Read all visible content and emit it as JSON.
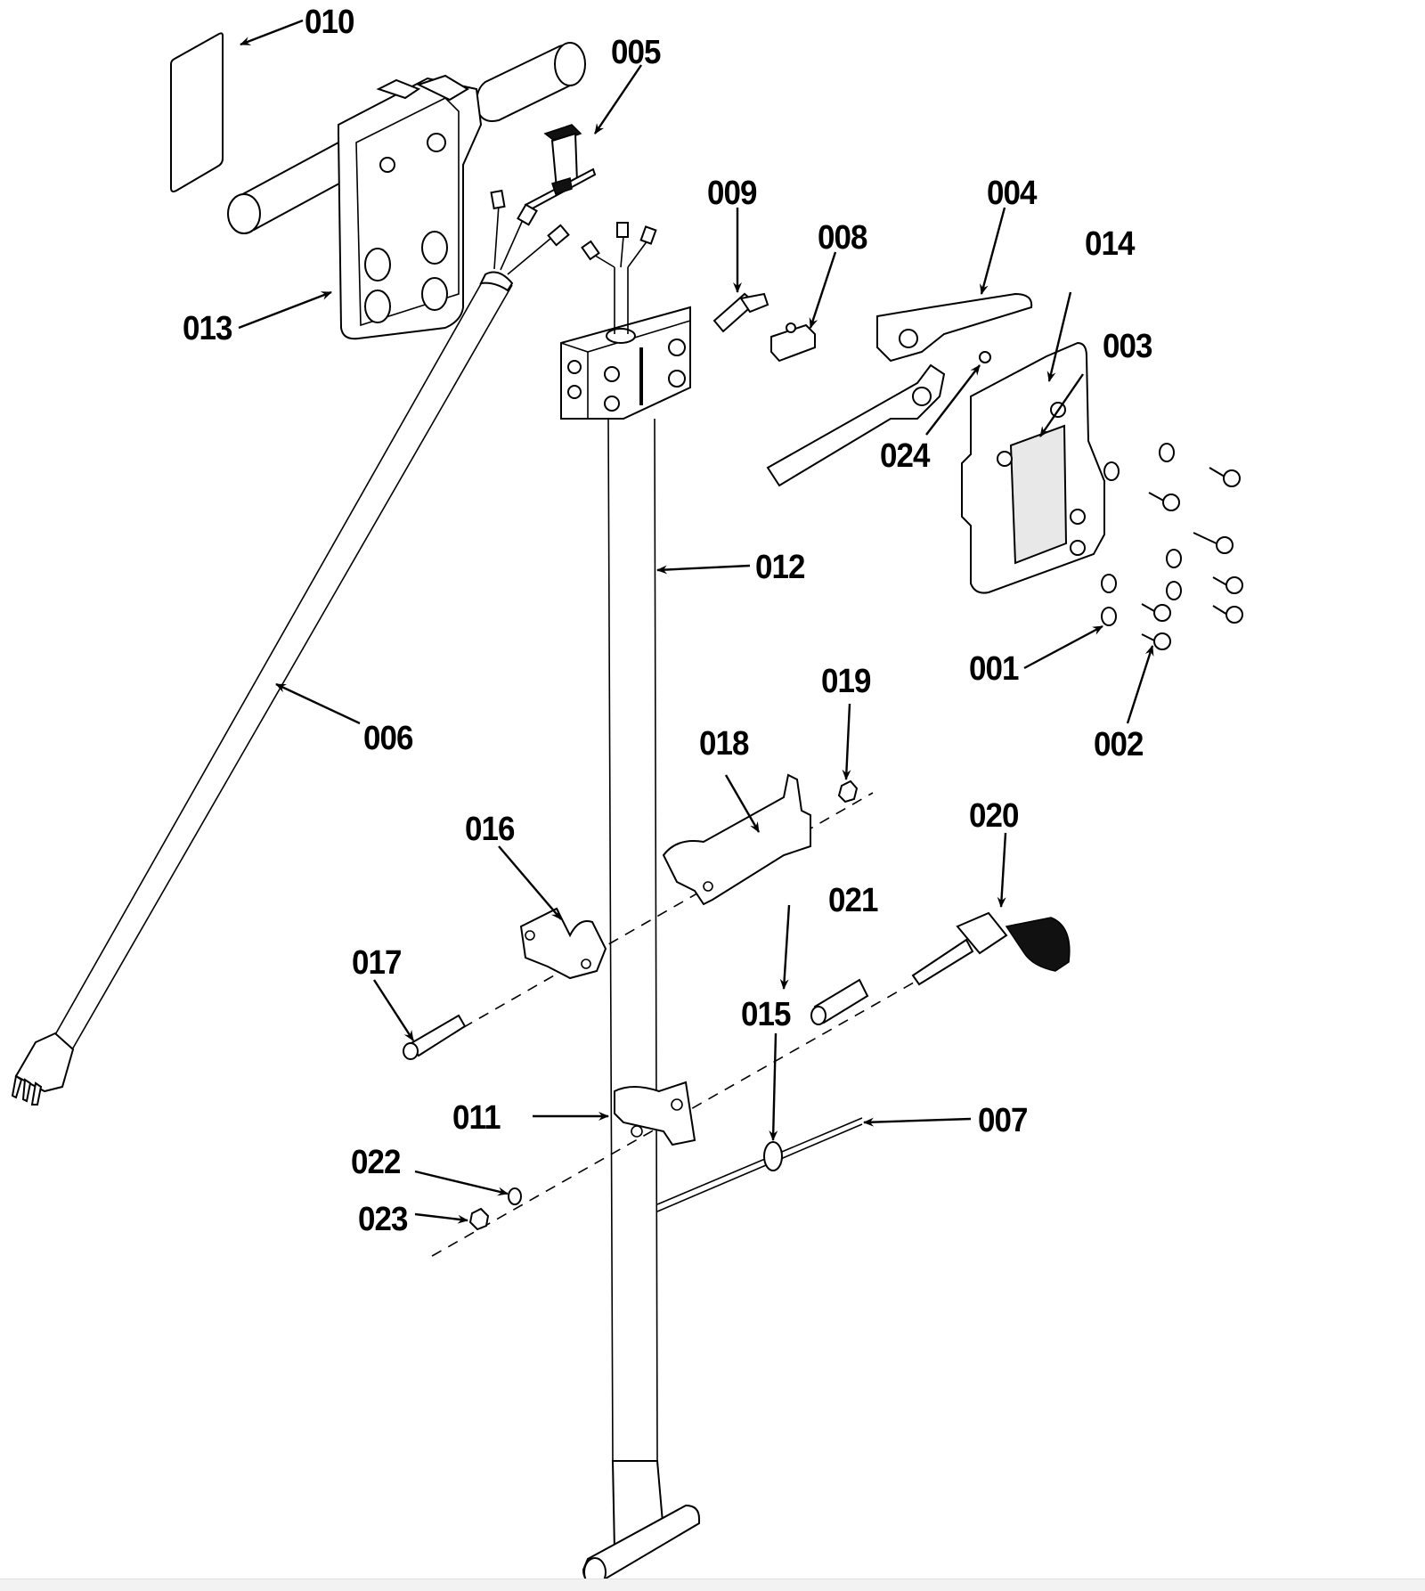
{
  "diagram": {
    "type": "exploded-parts-diagram",
    "callouts": [
      {
        "id": "p010",
        "label": "010",
        "part": "label-plate"
      },
      {
        "id": "p005",
        "label": "005",
        "part": "switch-actuator"
      },
      {
        "id": "p013",
        "label": "013",
        "part": "handle-housing"
      },
      {
        "id": "p009",
        "label": "009",
        "part": "terminal-connector"
      },
      {
        "id": "p008",
        "label": "008",
        "part": "micro-switch"
      },
      {
        "id": "p004",
        "label": "004",
        "part": "upper-lever"
      },
      {
        "id": "p014",
        "label": "014",
        "part": "housing-cover"
      },
      {
        "id": "p003",
        "label": "003",
        "part": "warning-label"
      },
      {
        "id": "p024",
        "label": "024",
        "part": "ball"
      },
      {
        "id": "p012",
        "label": "012",
        "part": "handle-tube"
      },
      {
        "id": "p006",
        "label": "006",
        "part": "power-cord"
      },
      {
        "id": "p001",
        "label": "001",
        "part": "washer"
      },
      {
        "id": "p002",
        "label": "002",
        "part": "screw"
      },
      {
        "id": "p019",
        "label": "019",
        "part": "nut"
      },
      {
        "id": "p018",
        "label": "018",
        "part": "bracket"
      },
      {
        "id": "p016",
        "label": "016",
        "part": "clamp"
      },
      {
        "id": "p020",
        "label": "020",
        "part": "release-pedal"
      },
      {
        "id": "p021",
        "label": "021",
        "part": "spacer-sleeve"
      },
      {
        "id": "p017",
        "label": "017",
        "part": "socket-cap-screw"
      },
      {
        "id": "p015",
        "label": "015",
        "part": "grommet"
      },
      {
        "id": "p011",
        "label": "011",
        "part": "pivot-bracket"
      },
      {
        "id": "p007",
        "label": "007",
        "part": "axle-rod"
      },
      {
        "id": "p022",
        "label": "022",
        "part": "flat-washer"
      },
      {
        "id": "p023",
        "label": "023",
        "part": "hex-nut"
      }
    ]
  }
}
